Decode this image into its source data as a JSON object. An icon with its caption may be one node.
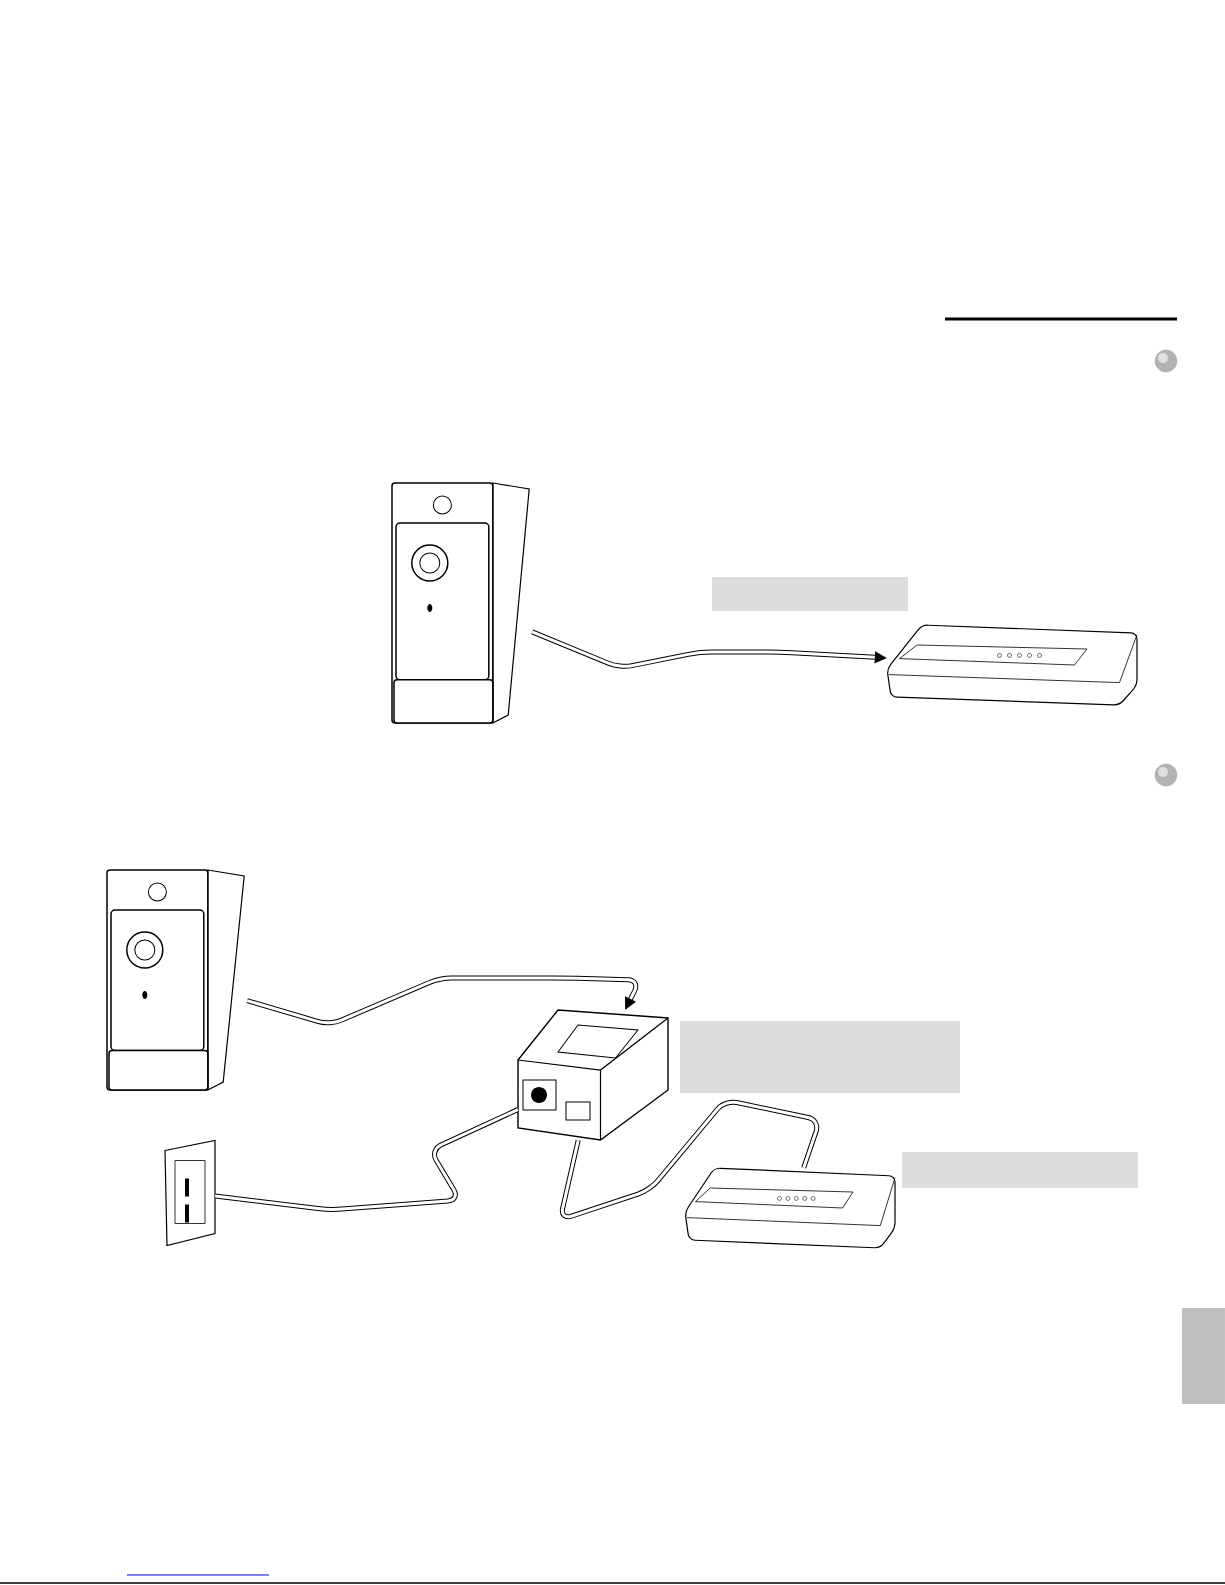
{
  "diagram": {
    "nodes": [
      {
        "text": [],
        "shape": "camera"
      },
      {
        "text": [],
        "shape": "box"
      },
      {
        "text": [],
        "shape": "router"
      },
      {
        "text": [],
        "shape": "camera"
      },
      {
        "text": [],
        "shape": "injector"
      },
      {
        "text": [],
        "shape": "box"
      },
      {
        "text": [],
        "shape": "outlet"
      },
      {
        "text": [],
        "shape": "box"
      },
      {
        "text": [],
        "shape": "router"
      }
    ],
    "edges": [
      {
        "from": 0,
        "to": 2,
        "arrow": "to"
      },
      {
        "from": 3,
        "to": 4,
        "arrow": "to"
      },
      {
        "from": 6,
        "to": 4,
        "arrow": "none"
      },
      {
        "from": 4,
        "to": 8,
        "arrow": "none"
      }
    ]
  }
}
